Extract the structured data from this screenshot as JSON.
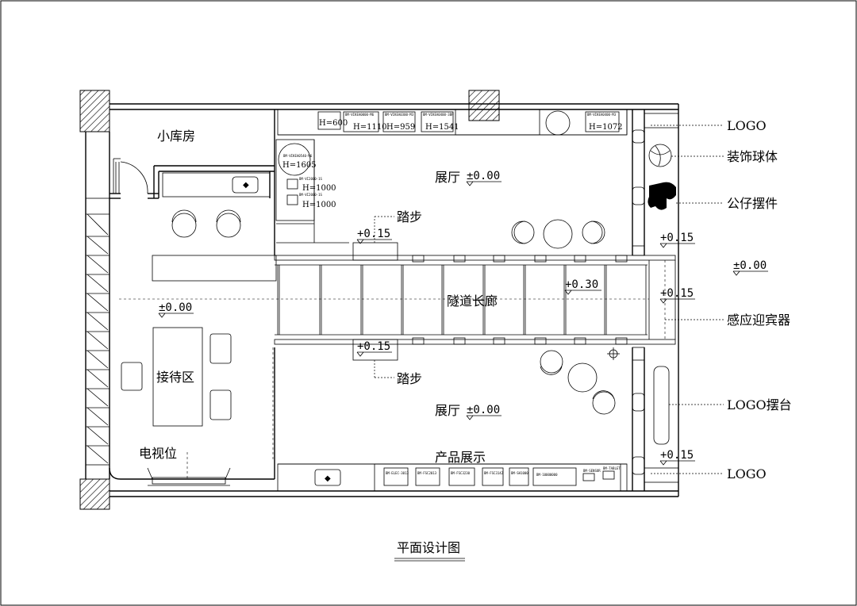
{
  "title": "平面设计图",
  "rooms": {
    "storage": "小库房",
    "reception": "接待区",
    "tv": "电视位",
    "tunnel": "隧道长廊",
    "product": "产品展示"
  },
  "hall_top": {
    "name": "展厅",
    "level": "±0.00"
  },
  "hall_bottom": {
    "name": "展厅",
    "level": "±0.00"
  },
  "levels": {
    "left_room": "±0.00",
    "outside": "±0.00",
    "tunnel": "+0.30",
    "step_top": "+0.15",
    "step_bottom": "+0.15",
    "right_top": "+0.15",
    "right_mid": "+0.15",
    "right_bottom": "+0.15"
  },
  "steps": {
    "top": "踏步",
    "bottom": "踏步"
  },
  "callouts": {
    "logo_top": "LOGO",
    "ball": "装饰球体",
    "figure": "公仔摆件",
    "greeter": "感应迎宾器",
    "logo_stand": "LOGO摆台",
    "logo_bottom": "LOGO"
  },
  "cabinet_heights": {
    "c1": "H=600",
    "c2": "H=1110",
    "c3": "H=959",
    "c4": "H=1541",
    "c5": "H=1072",
    "c6": "H=1605",
    "c7": "H=1000",
    "c8": "H=1000"
  }
}
